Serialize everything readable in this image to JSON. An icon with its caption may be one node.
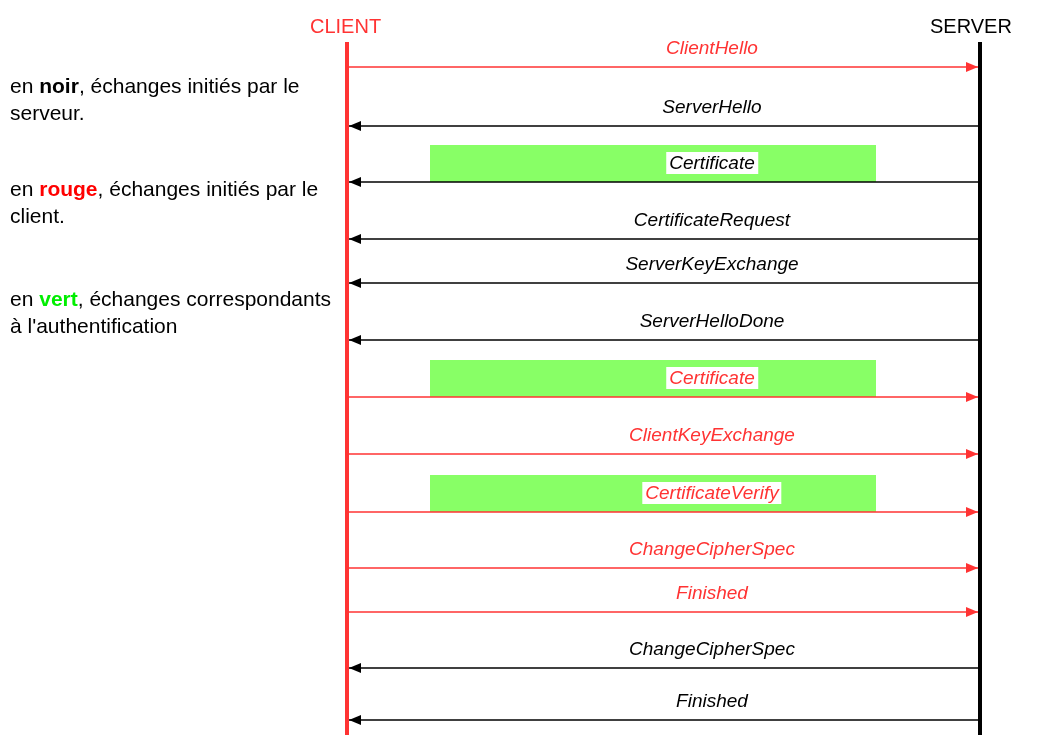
{
  "diagram": {
    "nodes": [
      {
        "text": [
          "CLIENT"
        ]
      },
      {
        "text": [
          "SERVER"
        ]
      },
      {
        "text": [],
        "shape": "bar"
      },
      {
        "text": [],
        "shape": "bar"
      },
      {
        "text": [],
        "shape": "bar"
      }
    ],
    "edges": [
      {
        "from": 0,
        "to": 1,
        "arrow": "to",
        "label": "ClientHello",
        "color": "#ff3333"
      },
      {
        "from": 1,
        "to": 0,
        "arrow": "to",
        "label": "ServerHello"
      },
      {
        "from": 1,
        "to": 0,
        "arrow": "to",
        "label": "Certificate"
      },
      {
        "from": 1,
        "to": 0,
        "arrow": "to",
        "label": "CertificateRequest"
      },
      {
        "from": 1,
        "to": 0,
        "arrow": "to",
        "label": "ServerKeyExchange"
      },
      {
        "from": 1,
        "to": 0,
        "arrow": "to",
        "label": "ServerHelloDone"
      },
      {
        "from": 0,
        "to": 1,
        "arrow": "to",
        "label": "Certificate",
        "color": "#ff3333"
      },
      {
        "from": 0,
        "to": 1,
        "arrow": "to",
        "label": "ClientKeyExchange",
        "color": "#ff3333"
      },
      {
        "from": 0,
        "to": 1,
        "arrow": "to",
        "label": "CertificateVerify",
        "color": "#ff3333"
      },
      {
        "from": 0,
        "to": 1,
        "arrow": "to",
        "label": "ChangeCipherSpec",
        "color": "#ff3333"
      },
      {
        "from": 0,
        "to": 1,
        "arrow": "to",
        "label": "Finished",
        "color": "#ff3333"
      },
      {
        "from": 1,
        "to": 0,
        "arrow": "to",
        "label": "ChangeCipherSpec"
      },
      {
        "from": 1,
        "to": 0,
        "arrow": "to",
        "label": "Finished"
      }
    ],
    "legend": [
      {
        "text": "en **noir**, échanges initiés par le serveur.",
        "color": "#000000"
      },
      {
        "text": "en **rouge**, échanges initiés par le client.",
        "color": "#ff0000"
      },
      {
        "text": "en **vert**, échanges correspondants à l'authentification",
        "color": "#00ee00"
      }
    ]
  }
}
